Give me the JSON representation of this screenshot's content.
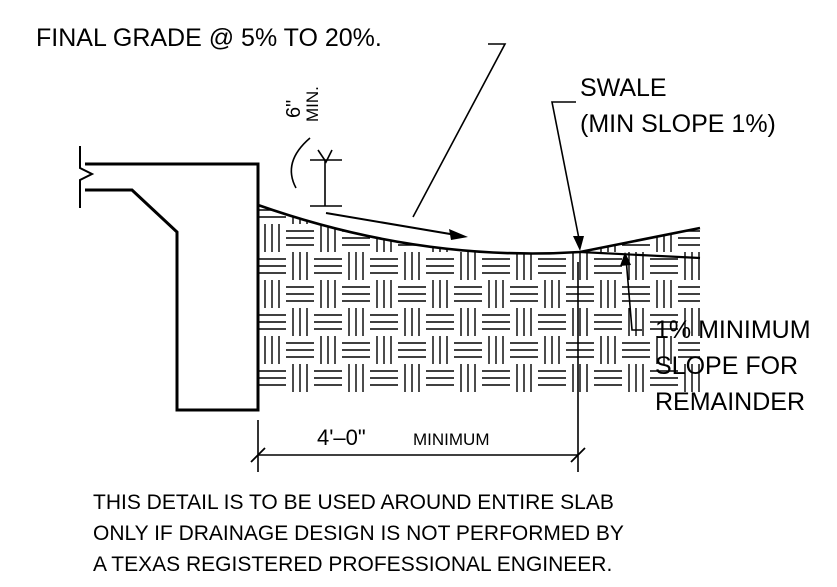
{
  "labels": {
    "final_grade": "FINAL GRADE @ 5% TO 20%.",
    "swale_title": "SWALE",
    "swale_note": "(MIN SLOPE 1%)",
    "six_in": "6\"",
    "min_abbrev": "MIN.",
    "remainder_1": "1% MINIMUM",
    "remainder_2": "SLOPE FOR",
    "remainder_3": "REMAINDER",
    "dimension": "4'–0\"",
    "dimension_suffix": "MINIMUM"
  },
  "note": {
    "lines": [
      "THIS DETAIL IS TO BE USED AROUND ENTIRE SLAB",
      "ONLY IF DRAINAGE DESIGN IS NOT PERFORMED BY",
      "A TEXAS REGISTERED PROFESSIONAL ENGINEER."
    ]
  }
}
